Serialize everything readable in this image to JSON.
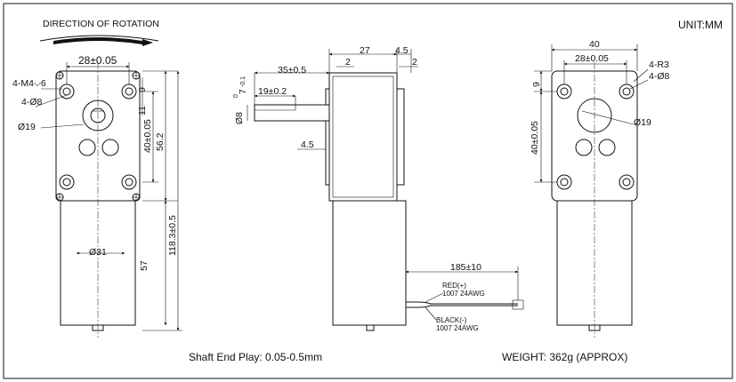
{
  "unit": "UNIT:MM",
  "rotation_label": "DIRECTION OF ROTATION",
  "front": {
    "mount_width": "28±0.05",
    "screw": "4-M4",
    "screw_depth": "6",
    "holes": "4-Ø8",
    "shaft_dia": "Ø19",
    "dim_9": "9",
    "dim_11": "11",
    "mount_height": "40±0.05",
    "body_height": "56.2",
    "total_length": "118.3±0.5",
    "motor_dia": "Ø31",
    "motor_length": "57"
  },
  "side": {
    "width_27": "27",
    "width_4_5": "4.5",
    "dim_2a": "2",
    "dim_2b": "2",
    "shaft_length": "35±0.5",
    "flat_length": "19±0.2",
    "flat_tol_top": "0",
    "flat_dim": "7",
    "flat_tol_bottom": "-0.1",
    "shaft_dia": "Ø8",
    "offset": "4.5",
    "lead_length": "185±10",
    "red_label": "RED(+)",
    "red_spec": "1007 24AWG",
    "black_label": "BLACK(-)",
    "black_spec": "1007 24AWG"
  },
  "rear": {
    "width": "40",
    "mount_width": "28±0.05",
    "radius": "4-R3",
    "holes": "4-Ø8",
    "dim_9": "9",
    "mount_height": "40±0.05",
    "hole_dia": "Ø19"
  },
  "notes": {
    "shaft_end_play": "Shaft End Play: 0.05-0.5mm",
    "weight": "WEIGHT: 362g (APPROX)"
  }
}
